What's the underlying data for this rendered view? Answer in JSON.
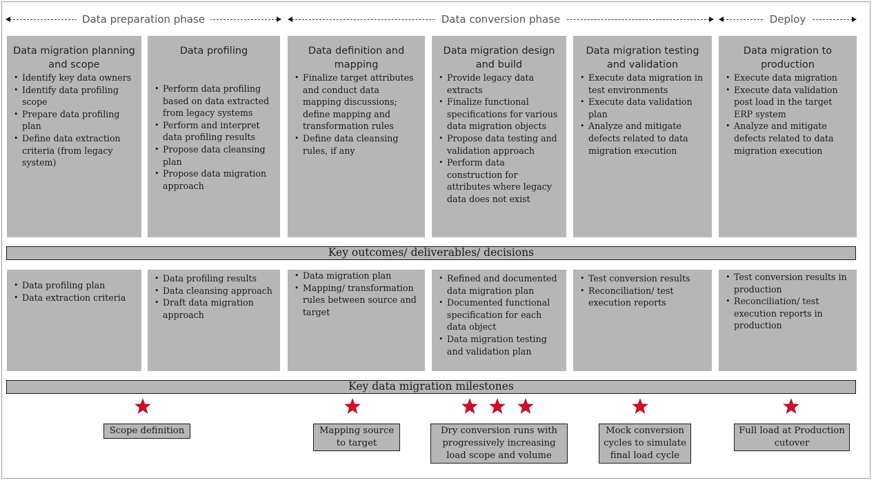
{
  "phases": {
    "preparation": "Data preparation phase",
    "conversion": "Data conversion phase",
    "deploy": "Deploy"
  },
  "columns": [
    {
      "title": "Data migration planning and scope",
      "tasks": [
        "Identify key data owners",
        "Identify data profiling scope",
        "Prepare data profiling plan",
        "Define data extraction criteria (from legacy system)"
      ],
      "outcomes": [
        "Data profiling plan",
        "Data extraction criteria"
      ]
    },
    {
      "title": "Data profiling",
      "tasks": [
        "Perform data profiling based on data extracted from legacy systems",
        "Perform and interpret data profiling results",
        "Propose data cleansing plan",
        "Propose data migration approach"
      ],
      "outcomes": [
        "Data profiling results",
        "Data cleansing approach",
        "Draft data migration approach"
      ]
    },
    {
      "title": "Data definition and mapping",
      "tasks": [
        "Finalize target attributes and conduct data mapping discussions; define mapping and transformation rules",
        "Define data cleansing rules, if any"
      ],
      "outcomes": [
        "Data migration plan",
        "Mapping/ transformation rules between source and target"
      ]
    },
    {
      "title": "Data migration design and build",
      "tasks": [
        "Provide legacy data extracts",
        "Finalize functional specifications for various data migration objects",
        "Propose data testing and validation approach",
        "Perform data construction for attributes where legacy data does not exist"
      ],
      "outcomes": [
        "Refined and documented data migration plan",
        "Documented functional specification for each data object",
        "Data migration testing and validation plan"
      ]
    },
    {
      "title": "Data migration testing and validation",
      "tasks": [
        "Execute data migration in test environments",
        "Execute data validation plan",
        "Analyze and mitigate defects related to data migration execution"
      ],
      "outcomes": [
        "Test conversion results",
        "Reconciliation/ test execution reports"
      ]
    },
    {
      "title": "Data migration to production",
      "tasks": [
        "Execute data migration",
        "Execute data validation post load in the target ERP system",
        "Analyze and mitigate defects related to data migration execution"
      ],
      "outcomes": [
        "Test conversion results in production",
        "Reconciliation/ test execution reports in production"
      ]
    }
  ],
  "bands": {
    "outcomes": "Key outcomes/ deliverables/ decisions",
    "milestones": "Key data migration milestones"
  },
  "milestones": [
    {
      "label": "Scope definition",
      "stars": 1
    },
    {
      "label": "Mapping source to target",
      "stars": 1
    },
    {
      "label": "Dry conversion runs with progressively increasing load scope and volume",
      "stars": 3
    },
    {
      "label": "Mock conversion cycles to simulate final load cycle",
      "stars": 1
    },
    {
      "label": "Full load at Production cutover",
      "stars": 1
    }
  ],
  "colors": {
    "box": "#b6b6b6",
    "star": "#c8102e",
    "border": "#1a1a1a"
  }
}
